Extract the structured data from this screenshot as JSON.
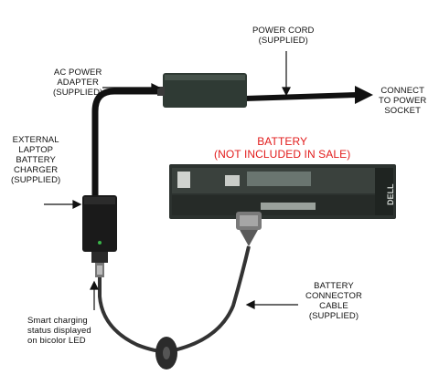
{
  "labels": {
    "power_cord": [
      "POWER CORD",
      "(SUPPLIED)"
    ],
    "ac_adapter": [
      "AC POWER",
      "ADAPTER",
      "(SUPPLIED)"
    ],
    "connect_socket": [
      "CONNECT",
      "TO POWER",
      "SOCKET"
    ],
    "external_charger": [
      "EXTERNAL",
      "LAPTOP",
      "BATTERY",
      "CHARGER",
      "(SUPPLIED)"
    ],
    "battery": [
      "BATTERY",
      "(NOT INCLUDED IN SALE)"
    ],
    "battery_cable": [
      "BATTERY",
      "CONNECTOR",
      "CABLE",
      "(SUPPLIED)"
    ],
    "smart_charging": [
      "Smart charging",
      "status displayed",
      "on bicolor LED"
    ]
  },
  "battery_brand": "DELL",
  "colors": {
    "callout_text": "#111111",
    "battery_label": "#e21b1b",
    "adapter": "#2f3a34",
    "cable": "#111111",
    "battery_body": "#2c322f"
  }
}
